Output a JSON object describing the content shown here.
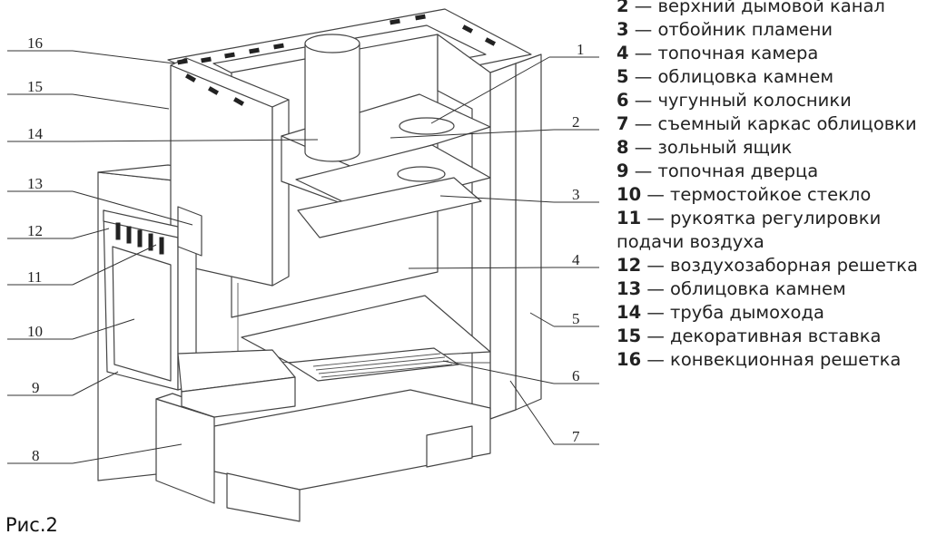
{
  "figure_caption": "Рис.2",
  "callouts": [
    "1",
    "2",
    "3",
    "4",
    "5",
    "6",
    "7",
    "8",
    "9",
    "10",
    "11",
    "12",
    "13",
    "14",
    "15",
    "16"
  ],
  "legend": [
    {
      "num": "2",
      "text": "верхний дымовой канал"
    },
    {
      "num": "3",
      "text": "отбойник пламени"
    },
    {
      "num": "4",
      "text": "топочная камера"
    },
    {
      "num": "5",
      "text": "облицовка камнем"
    },
    {
      "num": "6",
      "text": "чугунный колосники"
    },
    {
      "num": "7",
      "text": "съемный каркас облицовки"
    },
    {
      "num": "8",
      "text": "зольный ящик"
    },
    {
      "num": "9",
      "text": "топочная дверца"
    },
    {
      "num": "10",
      "text": "термостойкое стекло"
    },
    {
      "num": "11",
      "text": "рукоятка регулировки подачи воздуха"
    },
    {
      "num": "12",
      "text": "воздухозаборная решетка"
    },
    {
      "num": "13",
      "text": "облицовка камнем"
    },
    {
      "num": "14",
      "text": "труба дымохода"
    },
    {
      "num": "15",
      "text": "декоративная вставка"
    },
    {
      "num": "16",
      "text": "конвекционная решетка"
    }
  ],
  "dash": "—"
}
